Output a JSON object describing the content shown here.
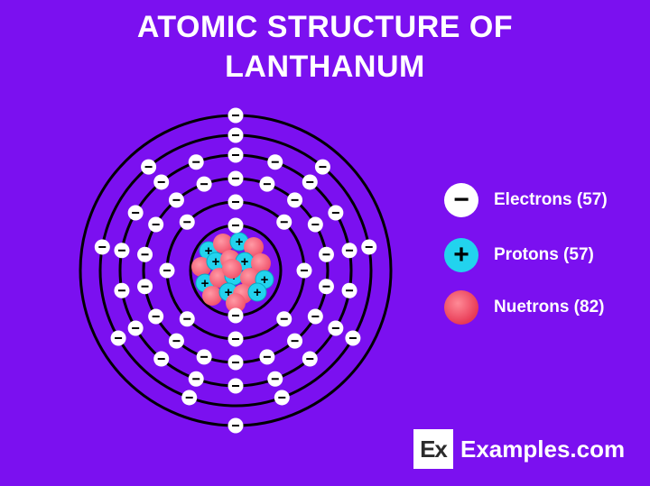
{
  "title": {
    "line1": "ATOMIC STRUCTURE OF",
    "line2": "LANTHANUM"
  },
  "legend": [
    {
      "label": "Electrons (57)",
      "symbol": "−",
      "color": "#ffffff"
    },
    {
      "label": "Protons (57)",
      "symbol": "+",
      "color": "#22d3ee"
    },
    {
      "label": "Nuetrons (82)",
      "symbol": "",
      "color": "#f0506a"
    }
  ],
  "atom": {
    "shell_electrons": [
      2,
      8,
      18,
      18,
      9,
      2
    ],
    "electron_symbol": "−",
    "proton_symbol": "+",
    "colors": {
      "background": "#7b10f0",
      "shell": "#000000",
      "electron": "#ffffff",
      "proton": "#22d3ee",
      "neutron": "#f0506a"
    }
  },
  "branding": {
    "logo_mark": "Ex",
    "site": "Examples.com"
  }
}
